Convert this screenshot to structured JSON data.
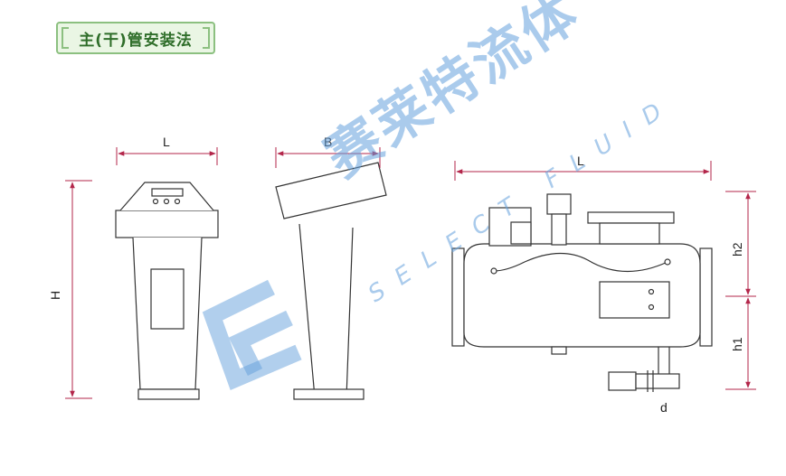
{
  "title": "主(干)管安装法",
  "dimensions": {
    "front_width": "L",
    "height": "H",
    "side_width": "B",
    "horizontal_length": "L",
    "upper_height": "h2",
    "lower_height": "h1",
    "outlet_diameter": "d"
  },
  "watermark": {
    "cn": "赛莱特流体",
    "en": "SELECT FLUID"
  },
  "colors": {
    "dim_line": "#b3264a",
    "outline": "#333333",
    "badge_border": "#8cc080",
    "badge_text": "#2f6e2a",
    "watermark": "#64a0dc"
  }
}
